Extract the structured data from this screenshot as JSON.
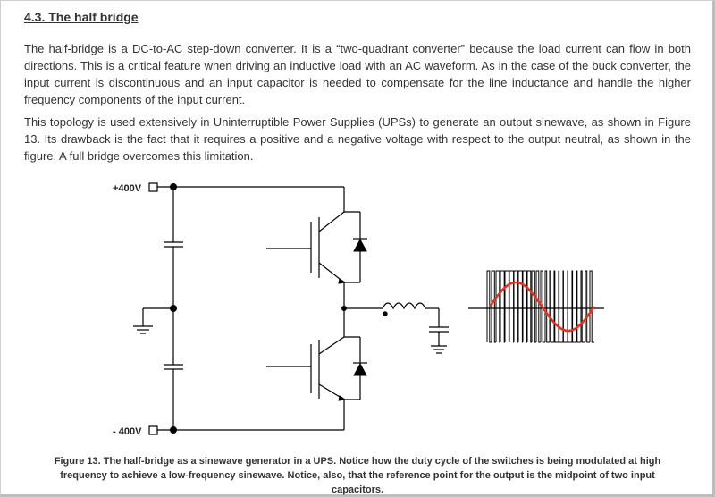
{
  "section": {
    "heading": "4.3. The half bridge",
    "paragraphs": [
      "The half-bridge is a DC-to-AC step-down converter. It is a “two-quadrant converter” because the load current can flow in both directions. This is a critical feature when driving an inductive load with an AC waveform. As in the case of the buck converter, the input current is discontinuous and an input capacitor is needed to compensate for the line inductance and handle the higher frequency components of the input current.",
      "This topology is used extensively in Uninterruptible Power Supplies (UPSs) to generate an output sinewave, as shown in Figure 13. Its drawback is the fact that it requires a positive and a negative voltage with respect to the output neutral, as shown in the figure. A full bridge overcomes this limitation."
    ]
  },
  "figure": {
    "pos_rail_label": "+400V",
    "neg_rail_label": "- 400V",
    "caption": "Figure 13. The half-bridge as a sinewave generator in a UPS. Notice how the duty cycle of the switches is being modulated at high frequency to achieve a low-frequency sinewave. Notice, also, that the reference point for the output is the midpoint of two input capacitors.",
    "sine_color": "#e8321e",
    "pwm_color": "#000000"
  }
}
